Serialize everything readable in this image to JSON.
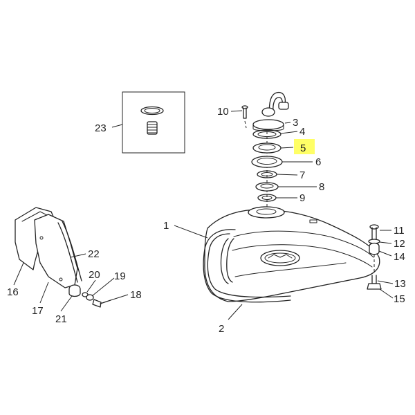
{
  "diagram": {
    "callouts": {
      "c1": "1",
      "c2": "2",
      "c3": "3",
      "c4": "4",
      "c5": "5",
      "c6": "6",
      "c7": "7",
      "c8": "8",
      "c9": "9",
      "c10": "10",
      "c11": "11",
      "c12": "12",
      "c13": "13",
      "c14": "14",
      "c15": "15",
      "c16": "16",
      "c17": "17",
      "c18": "18",
      "c19": "19",
      "c20": "20",
      "c21": "21",
      "c22": "22",
      "c23": "23"
    },
    "highlighted_callout": "5",
    "colors": {
      "highlight": "#ffff66",
      "line": "#222222",
      "background": "#ffffff"
    }
  }
}
